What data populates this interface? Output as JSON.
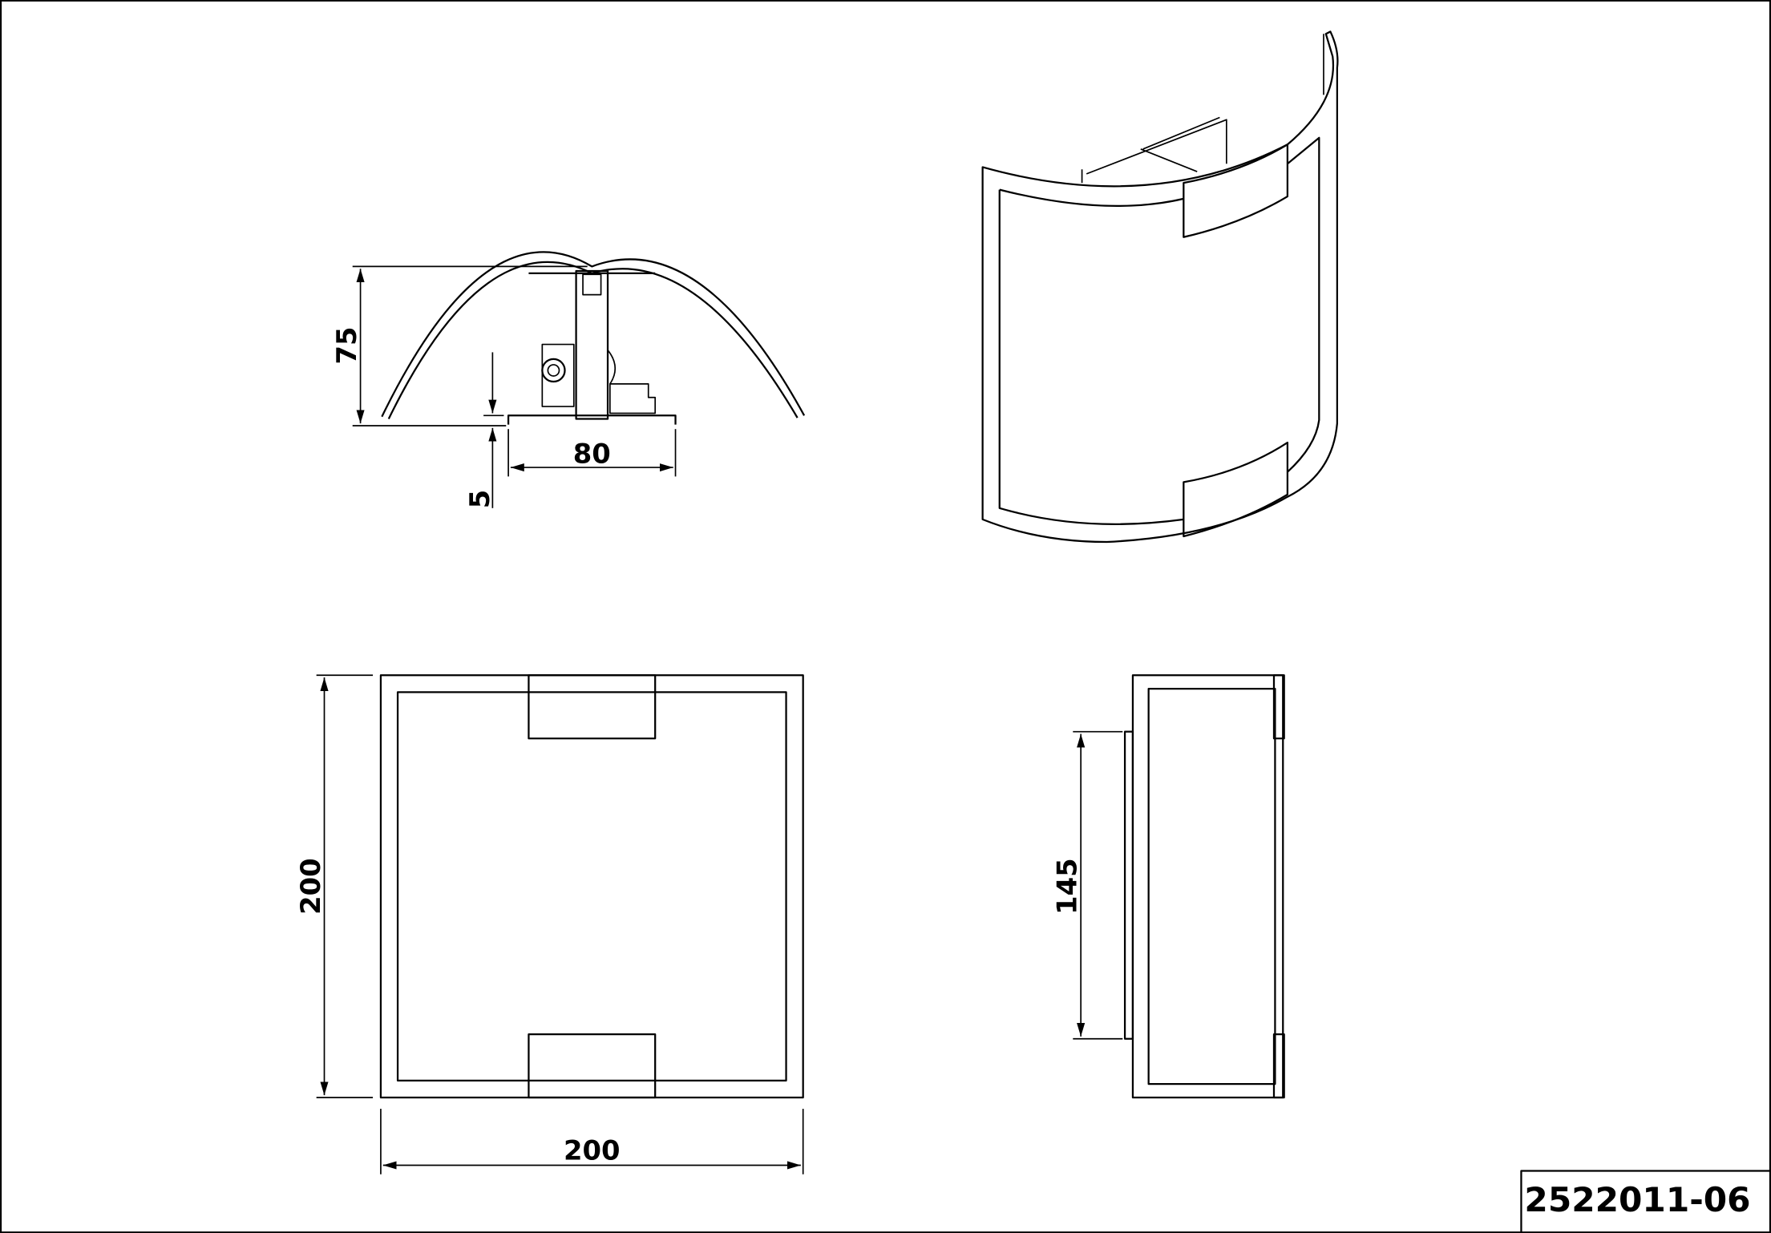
{
  "drawing": {
    "part_number": "2522011-06",
    "dimensions": {
      "side_depth": "75",
      "bracket_width": "80",
      "bracket_offset": "5",
      "front_height": "200",
      "front_width": "200",
      "profile_height": "145"
    }
  }
}
